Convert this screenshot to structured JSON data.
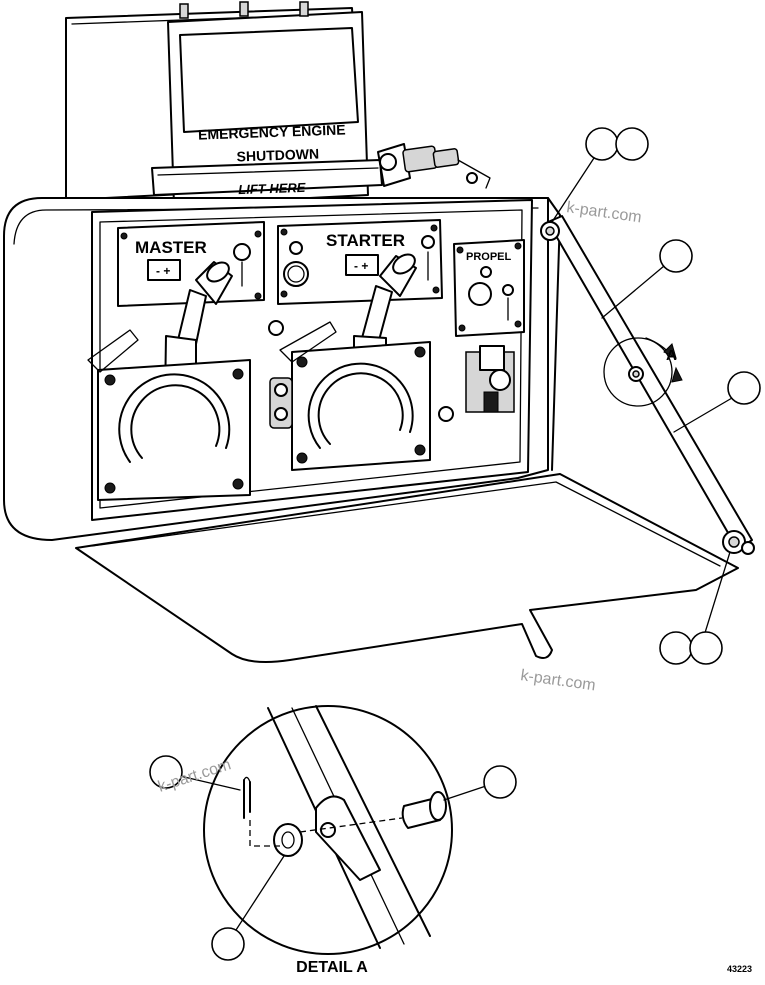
{
  "sign": {
    "line1": "EMERGENCY ENGINE",
    "line2": "SHUTDOWN",
    "lift_label": "LIFT HERE"
  },
  "panels": {
    "master": "MASTER",
    "starter": "STARTER",
    "propel": "PROPEL"
  },
  "detail": {
    "marker": "A",
    "caption": "DETAIL A"
  },
  "watermarks": [
    "k-part.com",
    "k-part.com",
    "k-part.com"
  ],
  "figure_number": "43223"
}
